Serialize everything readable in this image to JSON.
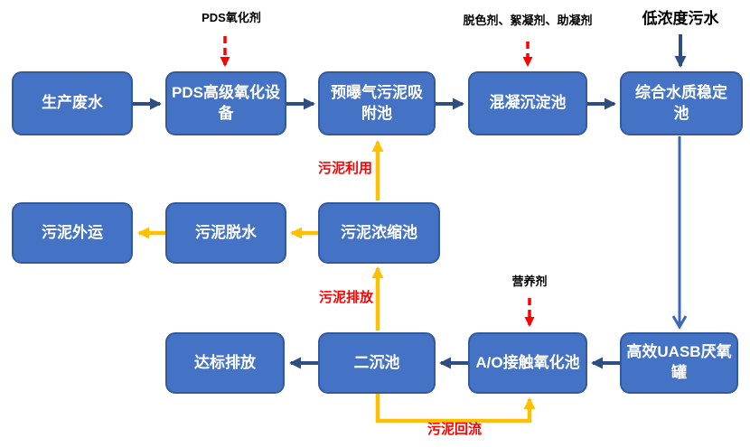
{
  "diagram": {
    "nodes": {
      "production_wastewater": "生产废水",
      "pds_oxidation_equipment": "PDS高级氧化设\n备",
      "pre_aeration_sludge_adsorption_tank": "预曝气污泥吸\n附池",
      "coagulation_sedimentation_tank": "混凝沉淀池",
      "water_quality_stabilization_tank": "综合水质稳定\n池",
      "sludge_outbound_transport": "污泥外运",
      "sludge_dewatering": "污泥脱水",
      "sludge_thickening_tank": "污泥浓缩池",
      "standard_discharge": "达标排放",
      "secondary_sedimentation_tank": "二沉池",
      "ao_contact_oxidation_tank": "A/O接触氧化池",
      "uasb_anaerobic_tank": "高效UASB厌氧\n罐"
    },
    "inputs": {
      "pds_oxidant": "PDS氧化剂",
      "decolorant_coagulant": "脱色剂、絮凝剂、助凝剂",
      "low_concentration_sewage": "低浓度污水",
      "nutrient": "营养剂"
    },
    "flow_labels": {
      "sludge_reuse": "污泥利用",
      "sludge_discharge": "污泥排放",
      "sludge_return": "污泥回流"
    },
    "colors": {
      "node_fill": "#4472C4",
      "node_border": "#335A9E",
      "node_text": "#FFFFFF",
      "main_flow_arrow": "#2E4D80",
      "sludge_flow_arrow": "#FFC000",
      "dosing_arrow": "#FF0000",
      "flow_label_text": "#FF0000",
      "input_label_text": "#000000"
    }
  }
}
